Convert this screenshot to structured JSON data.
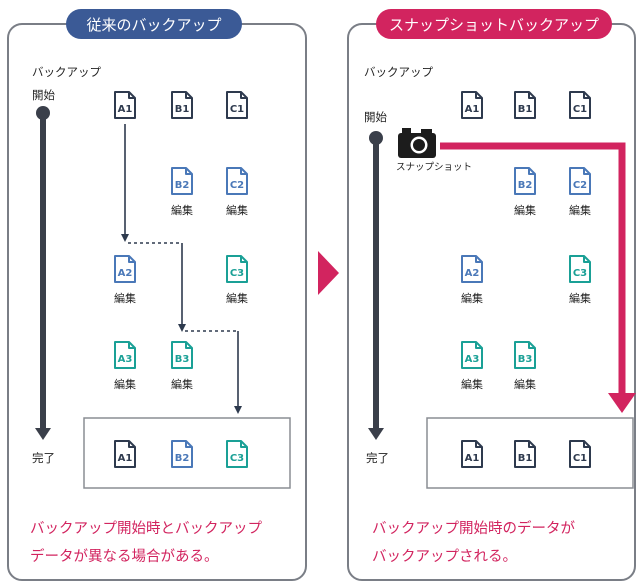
{
  "left": {
    "title": "従来のバックアップ",
    "header_color": "#3b5a96",
    "backup_label": "バックアップ",
    "start_label": "開始",
    "end_label": "完了",
    "edit_label": "編集",
    "files": {
      "a1": "A1",
      "b1": "B1",
      "c1": "C1",
      "b2": "B2",
      "c2": "C2",
      "a2": "A2",
      "c3": "C3",
      "a3": "A3",
      "b3": "B3"
    },
    "result_files": [
      "A1",
      "B2",
      "C3"
    ],
    "caption_line1": "バックアップ開始時とバックアップ",
    "caption_line2": "データが異なる場合がある。"
  },
  "right": {
    "title": "スナップショットバックアップ",
    "header_color": "#d2245f",
    "backup_label": "バックアップ",
    "start_label": "開始",
    "end_label": "完了",
    "snapshot_label": "スナップショット",
    "edit_label": "編集",
    "files": {
      "a1": "A1",
      "b1": "B1",
      "c1": "C1",
      "b2": "B2",
      "c2": "C2",
      "a2": "A2",
      "c3": "C3",
      "a3": "A3",
      "b3": "B3"
    },
    "result_files": [
      "A1",
      "B1",
      "C1"
    ],
    "caption_line1": "バックアップ開始時のデータが",
    "caption_line2": "バックアップされる。"
  },
  "colors": {
    "file_dark": "#2e3a4e",
    "file_blue": "#4a78b8",
    "file_teal": "#1aa096",
    "caption": "#d2245f",
    "timeline": "#3a3f4a",
    "arrow_middle": "#d2245f"
  }
}
